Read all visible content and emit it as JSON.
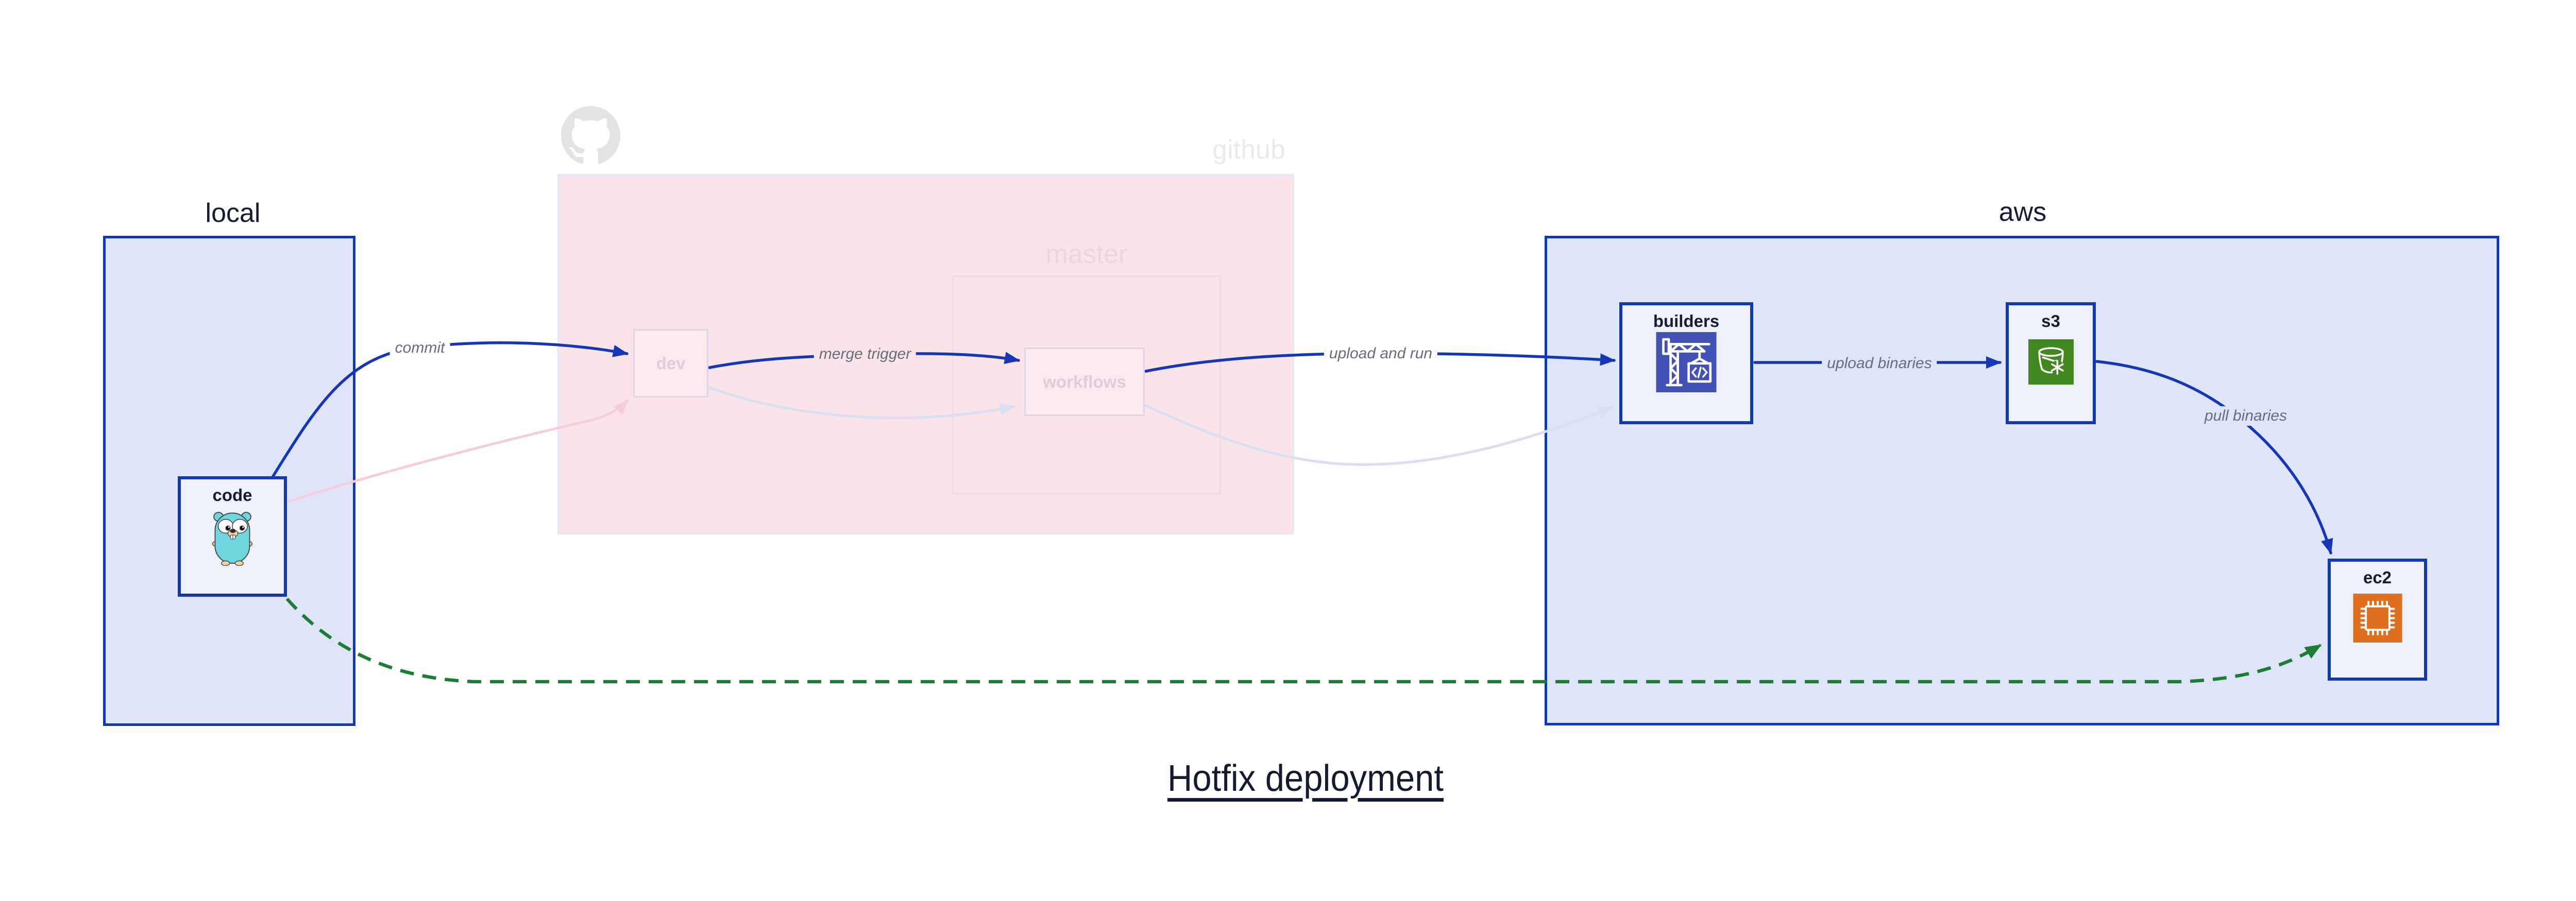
{
  "title": "Hotfix deployment",
  "groups": {
    "local": {
      "label": "local"
    },
    "github": {
      "label": "github"
    },
    "master": {
      "label": "master"
    },
    "aws": {
      "label": "aws"
    }
  },
  "nodes": {
    "code": {
      "label": "code",
      "icon": "gopher-icon"
    },
    "dev": {
      "label": "dev",
      "state": "faded"
    },
    "workflows": {
      "label": "workflows",
      "state": "faded"
    },
    "builders": {
      "label": "builders",
      "icon": "codebuild-crane-icon"
    },
    "s3": {
      "label": "s3",
      "icon": "s3-glacier-bucket-icon"
    },
    "ec2": {
      "label": "ec2",
      "icon": "ec2-chip-icon"
    }
  },
  "edges": {
    "commit": {
      "label": "commit",
      "from": "code",
      "to": "dev",
      "style": "solid-blue"
    },
    "merge_trigger": {
      "label": "merge trigger",
      "from": "dev",
      "to": "workflows",
      "style": "solid-blue"
    },
    "upload_and_run": {
      "label": "upload and run",
      "from": "workflows",
      "to": "builders",
      "style": "solid-blue"
    },
    "upload_binaries": {
      "label": "upload binaries",
      "from": "builders",
      "to": "s3",
      "style": "solid-blue"
    },
    "pull_binaries": {
      "label": "pull binaries",
      "from": "s3",
      "to": "ec2",
      "style": "solid-blue"
    },
    "hotfix_path": {
      "label": "",
      "from": "code",
      "to": "ec2",
      "style": "dashed-green"
    },
    "faded_commit": {
      "label": "",
      "from": "code",
      "to": "dev",
      "style": "faded-pink"
    },
    "faded_merge": {
      "label": "",
      "from": "dev",
      "to": "workflows",
      "style": "faded-lavender"
    },
    "faded_upload": {
      "label": "",
      "from": "workflows",
      "to": "builders",
      "style": "faded-lavender"
    }
  },
  "colors": {
    "flow_blue": "#1537b5",
    "box_border_blue": "#1238ae",
    "group_fill_blue": "#dfe5f8",
    "node_fill": "#eef1fb",
    "github_fill": "#fae4ea",
    "hotfix_green": "#1d7d34",
    "navy_text": "#171c35",
    "edge_label_gray": "#686d7c",
    "faded_pink_edge": "#f5cdd9",
    "faded_lavender_edge": "#d9def3",
    "faded_master_text": "#eed4df",
    "faded_node_text": "#d9cddb",
    "github_watermark": "#e9e9e9",
    "codebuild_indigo": "#4350b5",
    "s3_green": "#43871f",
    "ec2_orange": "#dd6f1e",
    "gopher_teal": "#6fd5de"
  }
}
